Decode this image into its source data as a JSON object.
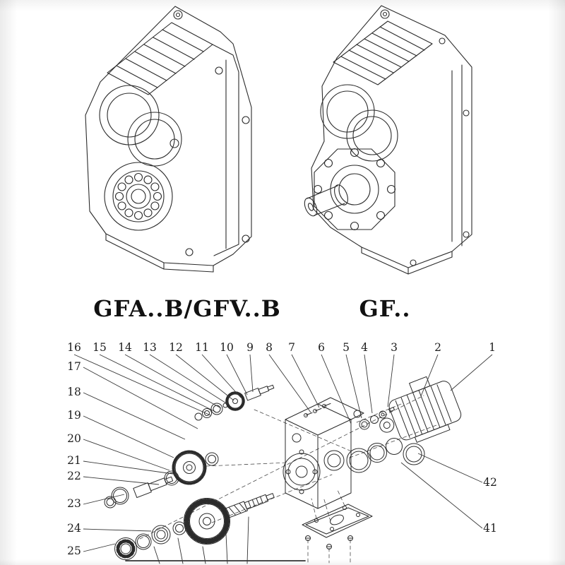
{
  "labels": {
    "left_model": "GFA..B/GFV..B",
    "right_model": "GF.."
  },
  "callouts": {
    "top": [
      "16",
      "15",
      "14",
      "13",
      "12",
      "11",
      "10",
      "9",
      "8",
      "7",
      "6",
      "5",
      "4",
      "3",
      "2",
      "1"
    ],
    "left": [
      "17",
      "18",
      "19",
      "20",
      "21",
      "22",
      "23",
      "24",
      "25"
    ],
    "right": [
      "42",
      "41"
    ]
  },
  "colors": {
    "ink": "#2b2b2b",
    "background": "#ffffff"
  }
}
